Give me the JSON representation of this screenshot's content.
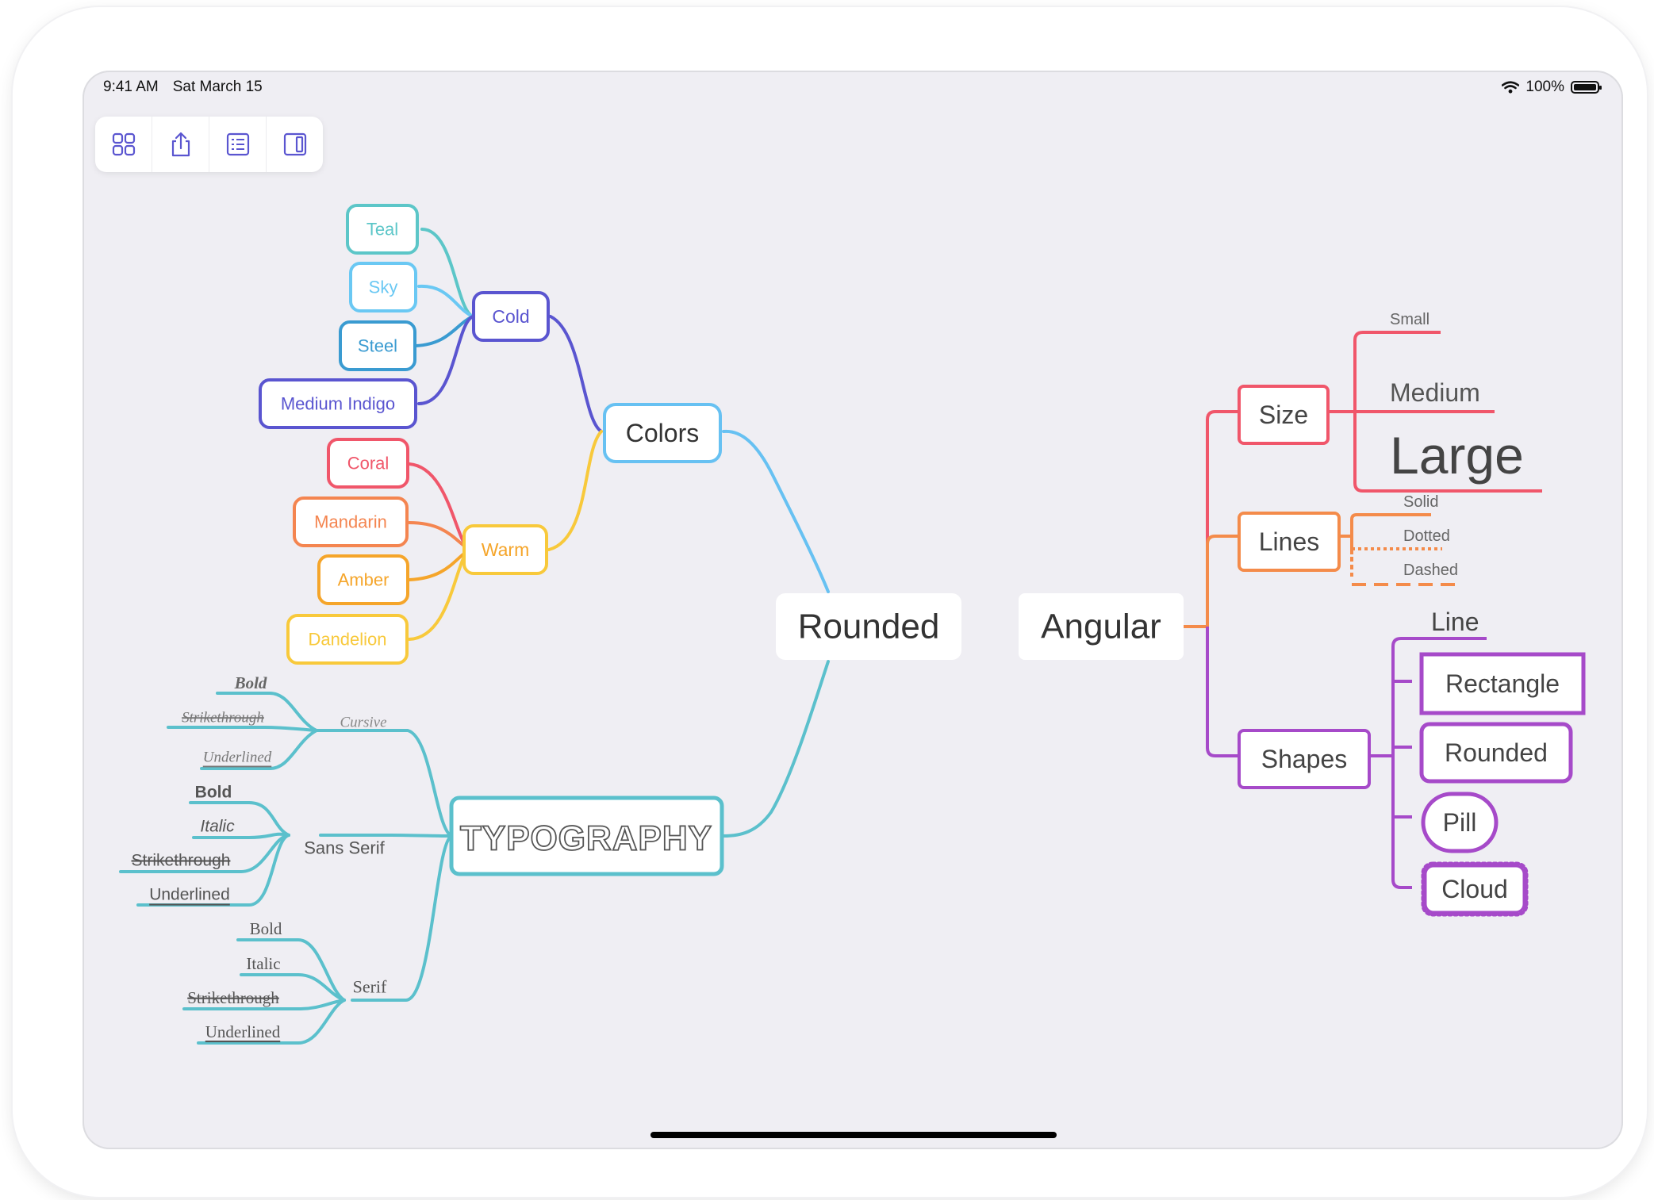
{
  "status_bar": {
    "time": "9:41 AM",
    "date": "Sat March 15",
    "battery": "100%"
  },
  "toolbar": {
    "icons": [
      "grid-icon",
      "share-icon",
      "outline-icon",
      "sidebar-icon"
    ]
  },
  "left_map": {
    "root": "Rounded",
    "colors": {
      "label": "Colors",
      "cold": {
        "label": "Cold",
        "items": [
          "Teal",
          "Sky",
          "Steel",
          "Medium Indigo"
        ]
      },
      "warm": {
        "label": "Warm",
        "items": [
          "Coral",
          "Mandarin",
          "Amber",
          "Dandelion"
        ]
      }
    },
    "typography": {
      "label": "TYPOGRAPHY",
      "cursive": {
        "label": "Cursive",
        "items": [
          "Bold",
          "Strikethrough",
          "Underlined"
        ]
      },
      "sans_serif": {
        "label": "Sans Serif",
        "items": [
          "Bold",
          "Italic",
          "Strikethrough",
          "Underlined"
        ]
      },
      "serif": {
        "label": "Serif",
        "items": [
          "Bold",
          "Italic",
          "Strikethrough",
          "Underlined"
        ]
      }
    }
  },
  "right_map": {
    "root": "Angular",
    "size": {
      "label": "Size",
      "items": [
        "Small",
        "Medium",
        "Large"
      ]
    },
    "lines": {
      "label": "Lines",
      "items": [
        "Solid",
        "Dotted",
        "Dashed"
      ]
    },
    "shapes": {
      "label": "Shapes",
      "items": [
        "Line",
        "Rectangle",
        "Rounded",
        "Pill",
        "Cloud"
      ]
    }
  },
  "colors": {
    "teal": "#5cc6c8",
    "sky": "#6ac8f3",
    "steel": "#3a9bd1",
    "indigo": "#5a55d0",
    "coral": "#f0566a",
    "mandarin": "#f48550",
    "amber": "#f5a52a",
    "dandelion": "#f8c93b",
    "blue": "#67c1f2",
    "cyan": "#5bc0cc",
    "size": "#f0566a",
    "lines": "#f48b4a",
    "shapes": "#a64ac9"
  }
}
